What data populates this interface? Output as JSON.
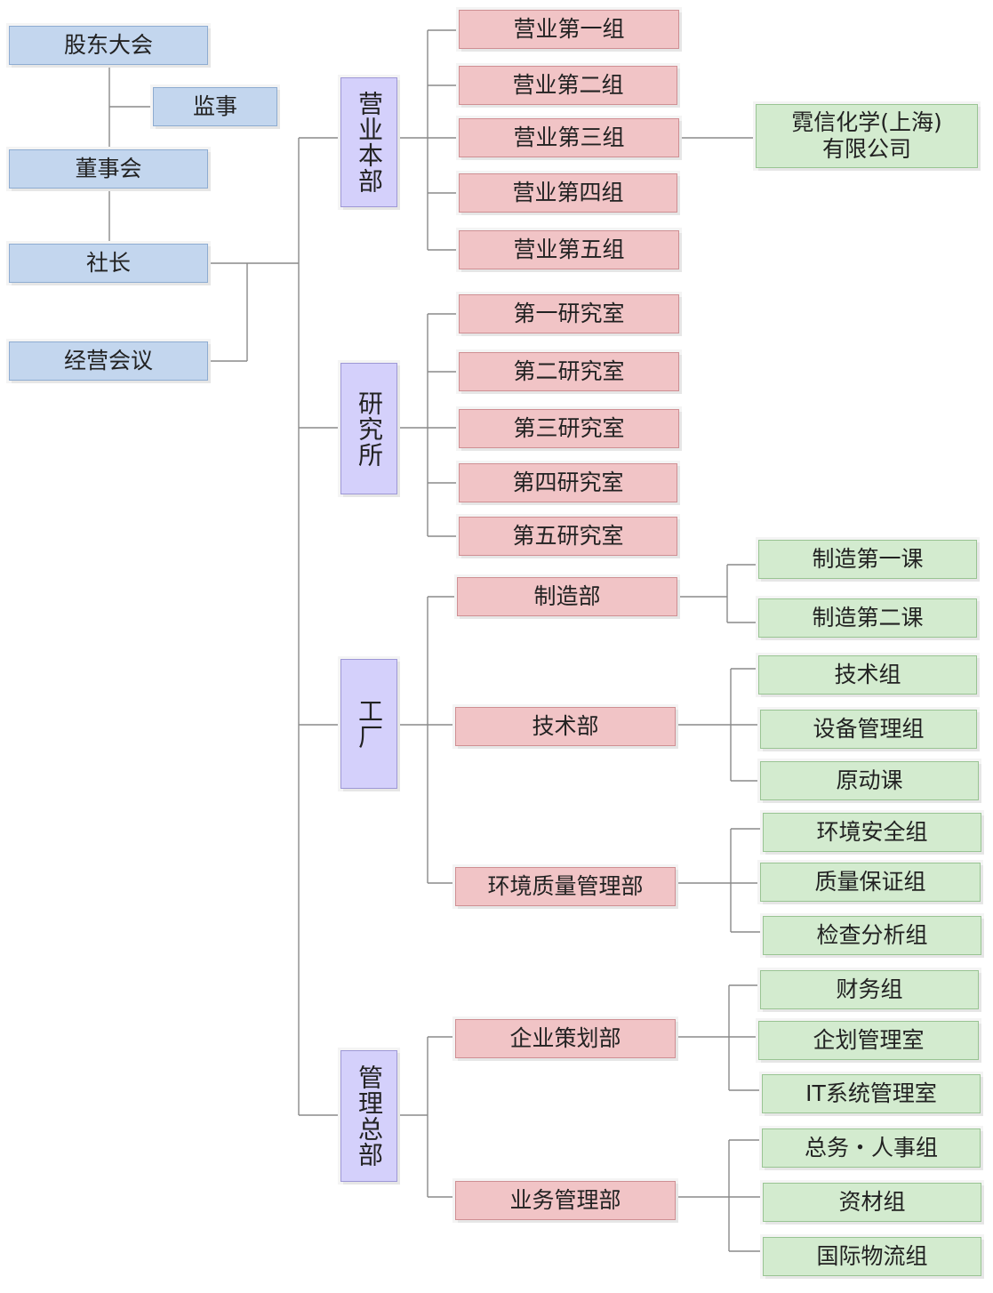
{
  "governance": {
    "shareholders": "股东大会",
    "supervisor": "监事",
    "board": "董事会",
    "president": "社长",
    "mgmt_meeting": "经营会议"
  },
  "divisions": {
    "sales": "营业本部",
    "research": "研究所",
    "factory": "工厂",
    "admin": "管理总部"
  },
  "sales_groups": [
    "营业第一组",
    "营业第二组",
    "营业第三组",
    "营业第四组",
    "营业第五组"
  ],
  "subsidiary": "霓信化学(上海)\n有限公司",
  "labs": [
    "第一研究室",
    "第二研究室",
    "第三研究室",
    "第四研究室",
    "第五研究室"
  ],
  "factory_depts": {
    "manufacturing": "制造部",
    "technical": "技术部",
    "env_quality": "环境质量管理部"
  },
  "manufacturing_units": [
    "制造第一课",
    "制造第二课"
  ],
  "technical_units": [
    "技术组",
    "设备管理组",
    "原动课"
  ],
  "env_units": [
    "环境安全组",
    "质量保证组",
    "检查分析组"
  ],
  "admin_depts": {
    "planning": "企业策划部",
    "business": "业务管理部"
  },
  "planning_units": [
    "财务组",
    "企划管理室",
    "IT系统管理室"
  ],
  "business_units": [
    "总务・人事组",
    "资材组",
    "国际物流组"
  ]
}
